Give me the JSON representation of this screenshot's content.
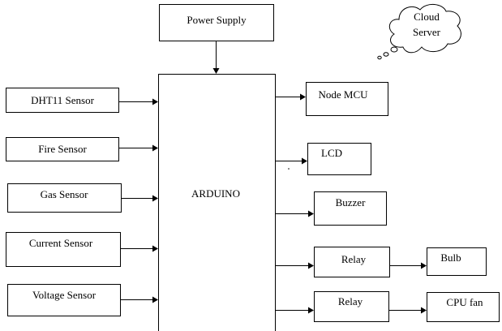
{
  "diagram": {
    "inputs": {
      "dht11": "DHT11 Sensor",
      "fire": "Fire Sensor",
      "gas": "Gas Sensor",
      "current": "Current Sensor",
      "voltage": "Voltage Sensor"
    },
    "power_supply": "Power Supply",
    "controller": "ARDUINO",
    "outputs": {
      "node_mcu": "Node MCU",
      "lcd": "LCD",
      "buzzer": "Buzzer",
      "relay_1": "Relay",
      "relay_2": "Relay",
      "bulb": "Bulb",
      "cpu_fan": "CPU fan"
    },
    "cloud": {
      "line1": "Cloud",
      "line2": "Server"
    }
  }
}
